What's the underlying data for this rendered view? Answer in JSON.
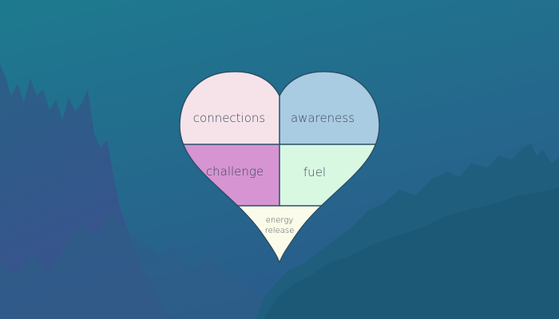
{
  "colors": {
    "background_top": "#1d7a8e",
    "background_bottom": "#2a5c8c",
    "mountain_left": "#3d4f8e",
    "mountain_right": "#1f5f7d",
    "outline": "#2b4f66",
    "connections": "#f6e3ea",
    "awareness": "#a9cce3",
    "challenge": "#d694d2",
    "fuel": "#d9f8e2",
    "energy_release": "#fbfbe9"
  },
  "heart": {
    "connections": "connections",
    "awareness": "awareness",
    "challenge": "challenge",
    "fuel": "fuel",
    "energy_release_line1": "energy",
    "energy_release_line2": "release"
  }
}
